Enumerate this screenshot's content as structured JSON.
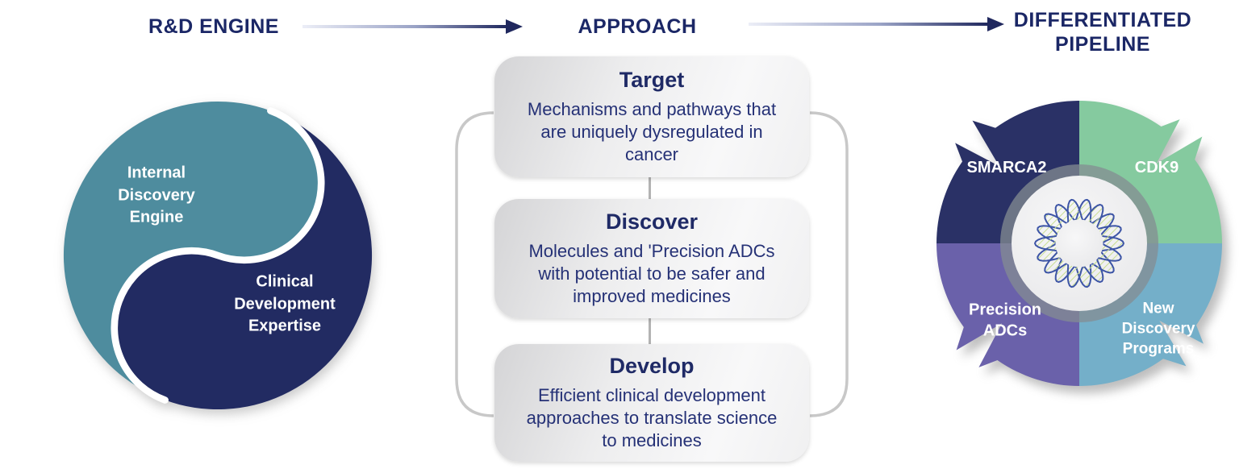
{
  "title_row": {
    "rd_engine": "R&D ENGINE",
    "approach": "APPROACH",
    "pipeline": "DIFFERENTIATED\nPIPELINE",
    "title_color": "#1B2766"
  },
  "rd_engine_circle": {
    "internal_label": "Internal\nDiscovery\nEngine",
    "clinical_label": "Clinical\nDevelopment\nExpertise",
    "teal_color": "#4E8C9E",
    "navy_color": "#222B62"
  },
  "approach_steps": [
    {
      "title": "Target",
      "description": "Mechanisms and pathways that\nare uniquely dysregulated in\ncancer"
    },
    {
      "title": "Discover",
      "description": "Molecules and 'Precision ADCs\nwith potential to be safer and\nimproved medicines"
    },
    {
      "title": "Develop",
      "description": "Efficient clinical development\napproaches to translate science\nto medicines"
    }
  ],
  "pipeline_wheel": {
    "segments": [
      {
        "label": "SMARCA2",
        "color": "#2A3166"
      },
      {
        "label": "CDK9",
        "color": "#85CA9F"
      },
      {
        "label": "Precision\nADCs",
        "color": "#6A61AA"
      },
      {
        "label": "New\nDiscovery\nPrograms",
        "color": "#74AFC9"
      }
    ]
  }
}
